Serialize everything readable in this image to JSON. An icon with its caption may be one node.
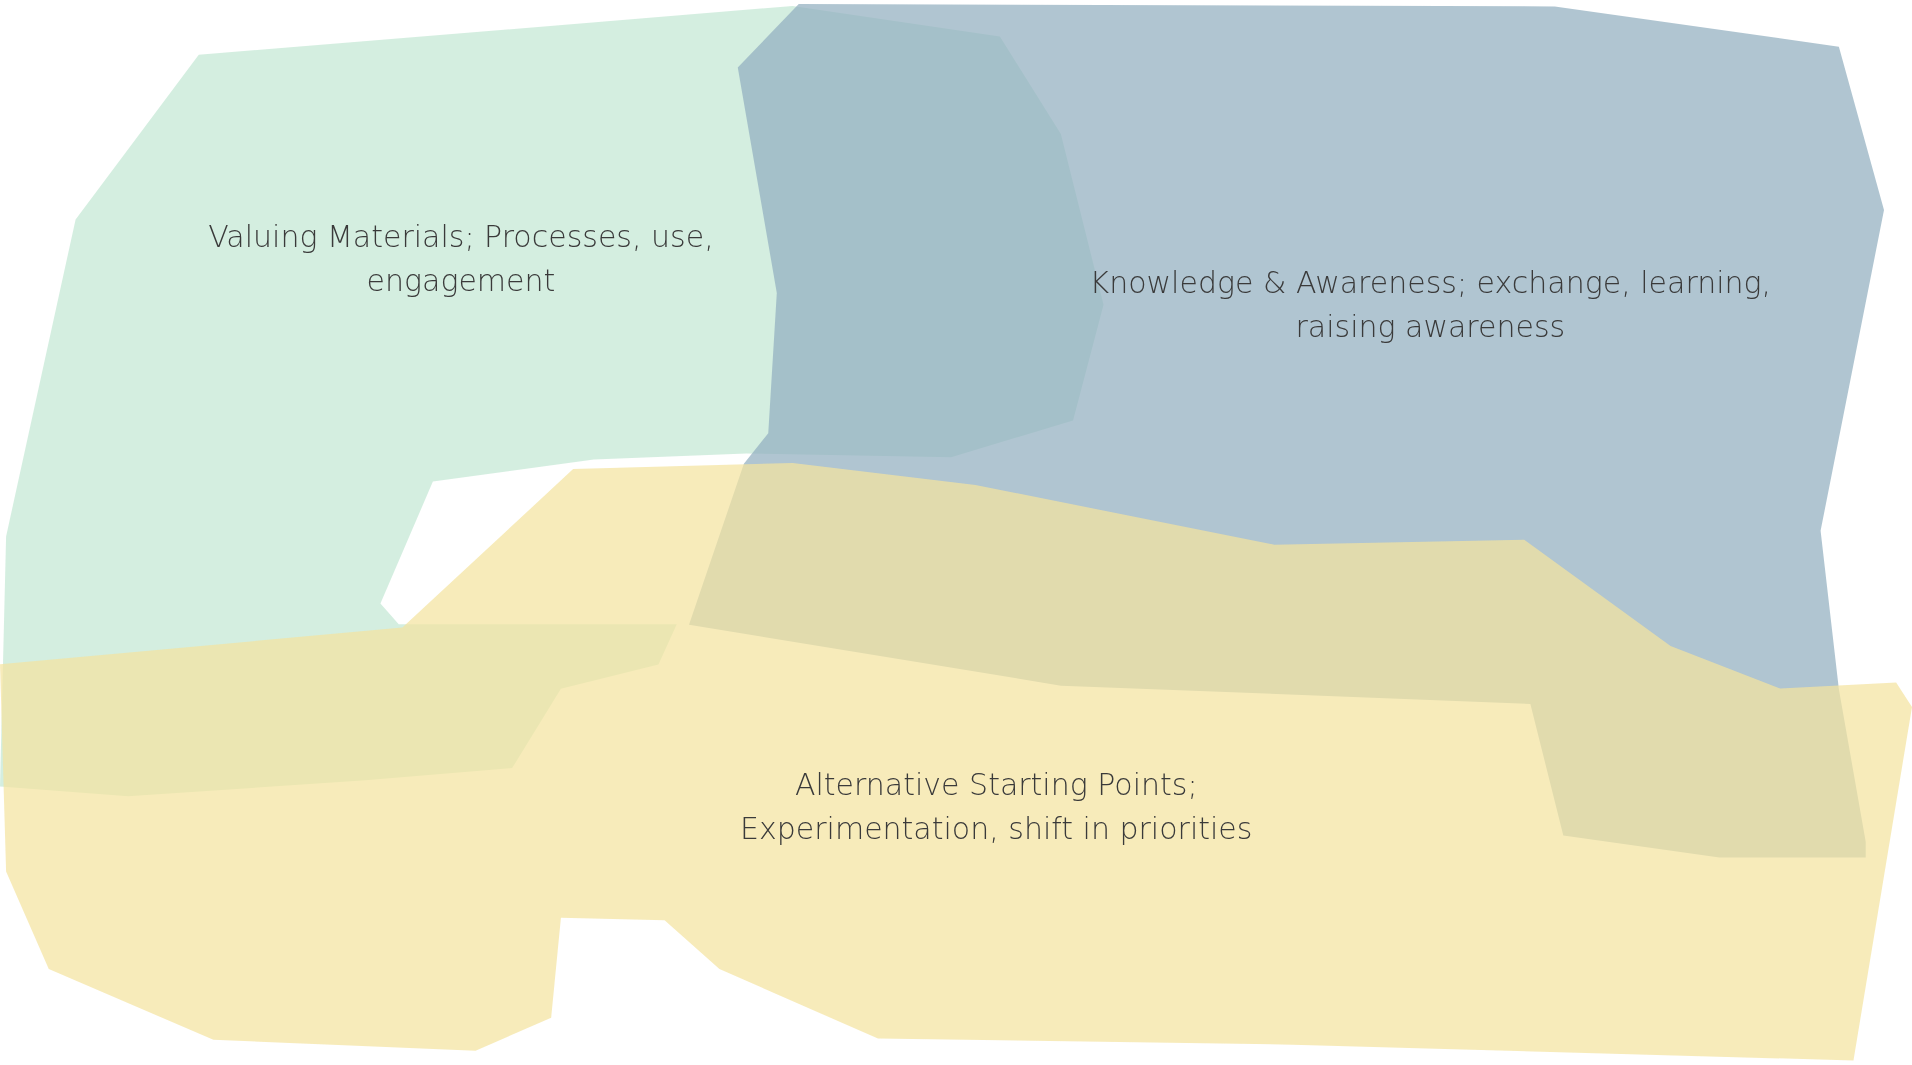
{
  "diagram": {
    "nodes": [
      {
        "text": [
          "Valuing Materials; Processes, use, engagement"
        ]
      },
      {
        "text": [
          "Knowledge & Awareness; exchange, learning, raising awareness"
        ]
      },
      {
        "text": [
          "Alternative Starting Points; Experimentation, shift in priorities"
        ]
      }
    ]
  }
}
